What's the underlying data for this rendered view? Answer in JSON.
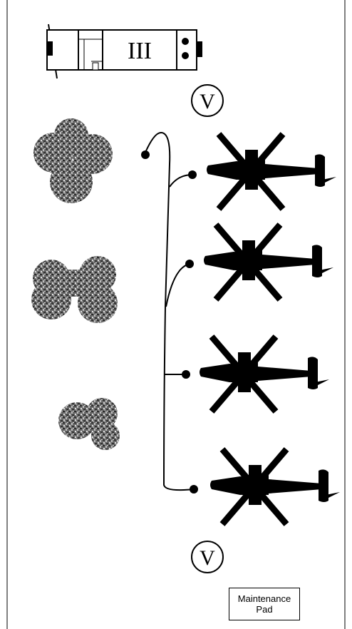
{
  "trailer": {
    "label": "III"
  },
  "markers": {
    "top_symbol": "V",
    "bottom_symbol": "V"
  },
  "maintenance_pad": {
    "line1": "Maintenance",
    "line2": "Pad"
  },
  "colors": {
    "ink": "#000000",
    "background": "#ffffff"
  }
}
